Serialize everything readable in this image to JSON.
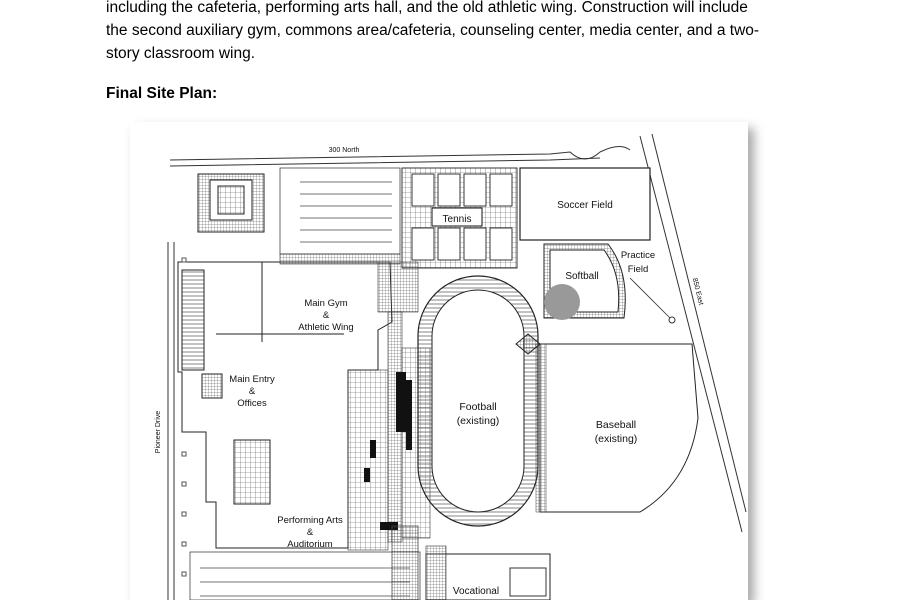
{
  "document": {
    "paragraph_lines": [
      "including the cafeteria, performing arts hall, and the old athletic wing.  Construction will include",
      "the second auxiliary gym, commons area/cafeteria, counseling center, media center, and a two-",
      "story classroom wing."
    ],
    "heading": "Final Site Plan:"
  },
  "site_plan": {
    "street_top": "300 North",
    "street_left": "Pioneer Drive",
    "street_right": "850 East",
    "labels": {
      "tennis": "Tennis",
      "soccer": "Soccer Field",
      "softball": "Softball",
      "practice_1": "Practice",
      "practice_2": "Field",
      "gym_1": "Main Gym",
      "gym_2": "&",
      "gym_3": "Athletic Wing",
      "entry_1": "Main Entry",
      "entry_2": "&",
      "entry_3": "Offices",
      "football_1": "Football",
      "football_2": "(existing)",
      "baseball_1": "Baseball",
      "baseball_2": "(existing)",
      "arts_1": "Performing Arts",
      "arts_2": "&",
      "arts_3": "Auditorium",
      "vocational": "Vocational"
    }
  }
}
